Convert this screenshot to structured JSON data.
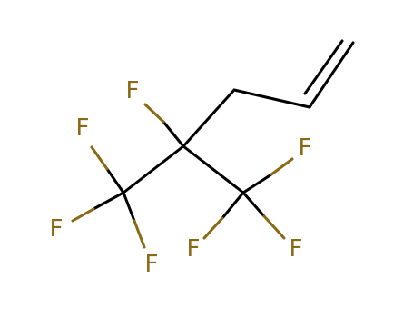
{
  "molecule": {
    "atom_labels": [
      {
        "id": "F1",
        "text": "F"
      },
      {
        "id": "F2",
        "text": "F"
      },
      {
        "id": "F3",
        "text": "F"
      },
      {
        "id": "F4",
        "text": "F"
      },
      {
        "id": "F5",
        "text": "F"
      },
      {
        "id": "F6",
        "text": "F"
      },
      {
        "id": "F7",
        "text": "F"
      }
    ],
    "colors": {
      "carbon_bond": "#000000",
      "fluorine": "#8b6914"
    }
  }
}
